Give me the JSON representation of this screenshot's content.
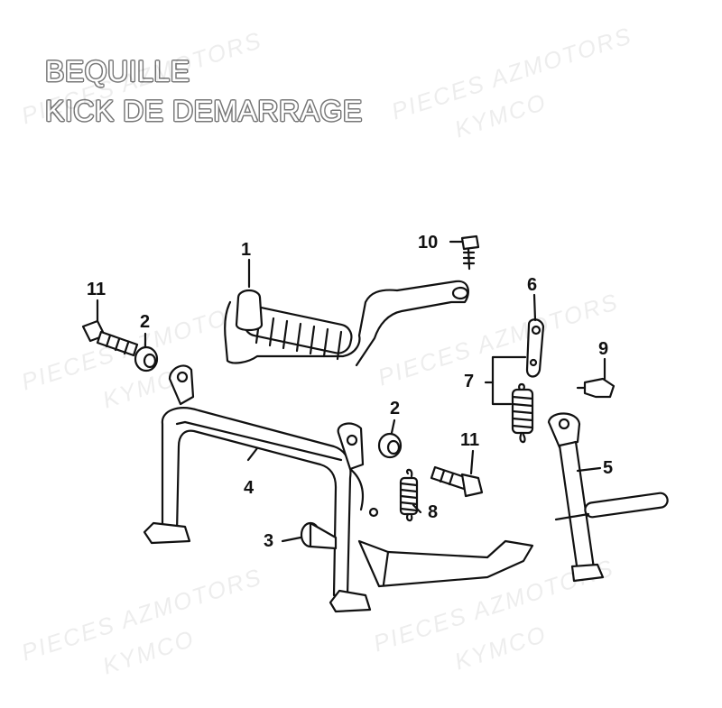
{
  "title": {
    "line1": "BEQUILLE",
    "line2": "KICK DE DEMARRAGE"
  },
  "watermark": {
    "line1": "PIECES AZMOTORS",
    "line2": "KYMCO"
  },
  "callouts": {
    "kick_lever": "1",
    "washer_left": "2",
    "washer_mid": "2",
    "bushing": "3",
    "main_stand": "4",
    "side_stand": "5",
    "bracket": "6",
    "spring_set": "7",
    "spring_small": "8",
    "pin": "9",
    "bolt_top": "10",
    "bolt_left": "11",
    "bolt_mid": "11"
  }
}
